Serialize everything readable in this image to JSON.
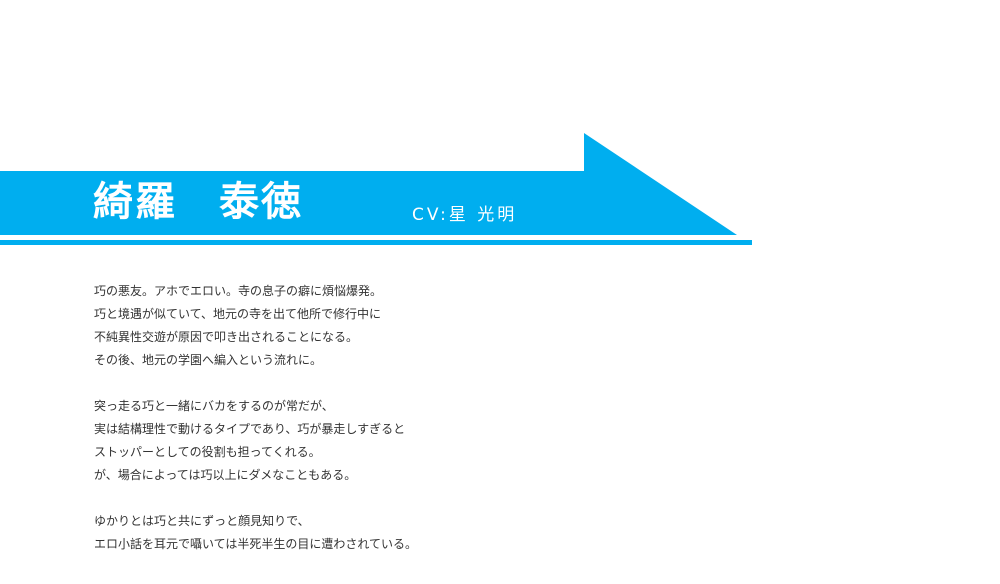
{
  "colors": {
    "accent": "#00aeef",
    "background": "#ffffff",
    "text": "#333333",
    "name_text": "#ffffff"
  },
  "character": {
    "name": "綺羅　泰徳",
    "cv": "CV:星 光明"
  },
  "bio": {
    "paragraphs": [
      {
        "lines": [
          "巧の悪友。アホでエロい。寺の息子の癖に煩悩爆発。",
          "巧と境遇が似ていて、地元の寺を出て他所で修行中に",
          "不純異性交遊が原因で叩き出されることになる。",
          "その後、地元の学園へ編入という流れに。"
        ]
      },
      {
        "lines": [
          "突っ走る巧と一緒にバカをするのが常だが、",
          "実は結構理性で動けるタイプであり、巧が暴走しすぎると",
          "ストッパーとしての役割も担ってくれる。",
          "が、場合によっては巧以上にダメなこともある。"
        ]
      },
      {
        "lines": [
          "ゆかりとは巧と共にずっと顔見知りで、",
          "エロ小話を耳元で囁いては半死半生の目に遭わされている。"
        ]
      }
    ]
  }
}
